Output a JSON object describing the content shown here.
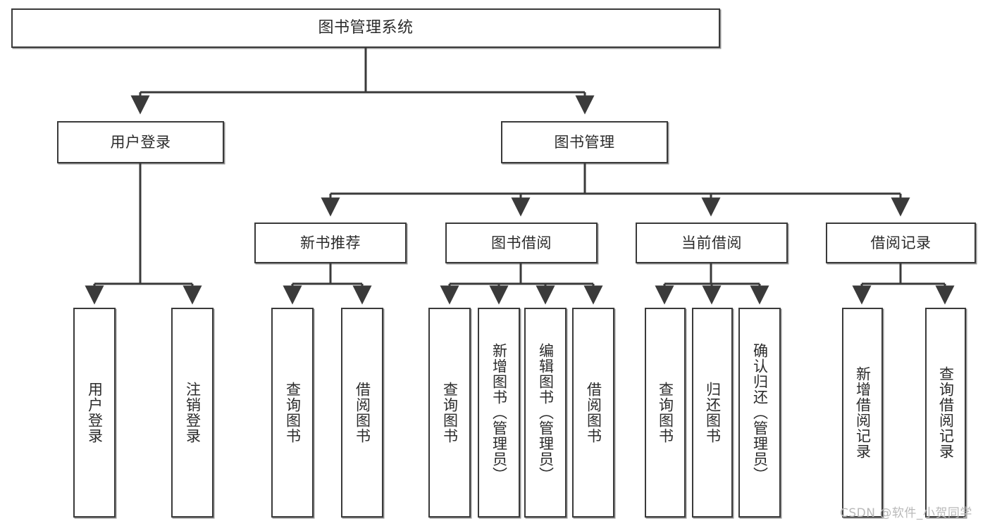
{
  "diagram": {
    "title": "图书管理系统",
    "type": "functional-structure-tree",
    "root": {
      "label": "图书管理系统"
    },
    "level2": [
      {
        "label": "用户登录"
      },
      {
        "label": "图书管理"
      }
    ],
    "level3": [
      {
        "label": "新书推荐"
      },
      {
        "label": "图书借阅"
      },
      {
        "label": "当前借阅"
      },
      {
        "label": "借阅记录"
      }
    ],
    "leaves": {
      "user_login": [
        {
          "label": "用户登录"
        },
        {
          "label": "注销登录"
        }
      ],
      "new_book_recommend": [
        {
          "label": "查询图书"
        },
        {
          "label": "借阅图书"
        }
      ],
      "book_borrow": [
        {
          "label": "查询图书"
        },
        {
          "label": "新增图书（管理员）"
        },
        {
          "label": "编辑图书（管理员）"
        },
        {
          "label": "借阅图书"
        }
      ],
      "current_borrow": [
        {
          "label": "查询图书"
        },
        {
          "label": "归还图书"
        },
        {
          "label": "确认归还（管理员）"
        }
      ],
      "borrow_records": [
        {
          "label": "新增借阅记录"
        },
        {
          "label": "查询借阅记录"
        }
      ]
    },
    "colors": {
      "stroke": "#3a3a3a",
      "text": "#2b2b2b",
      "background": "#ffffff",
      "watermark": "#b9b9b9"
    }
  },
  "watermark": {
    "text": "CSDN @软件_小贺同学"
  }
}
